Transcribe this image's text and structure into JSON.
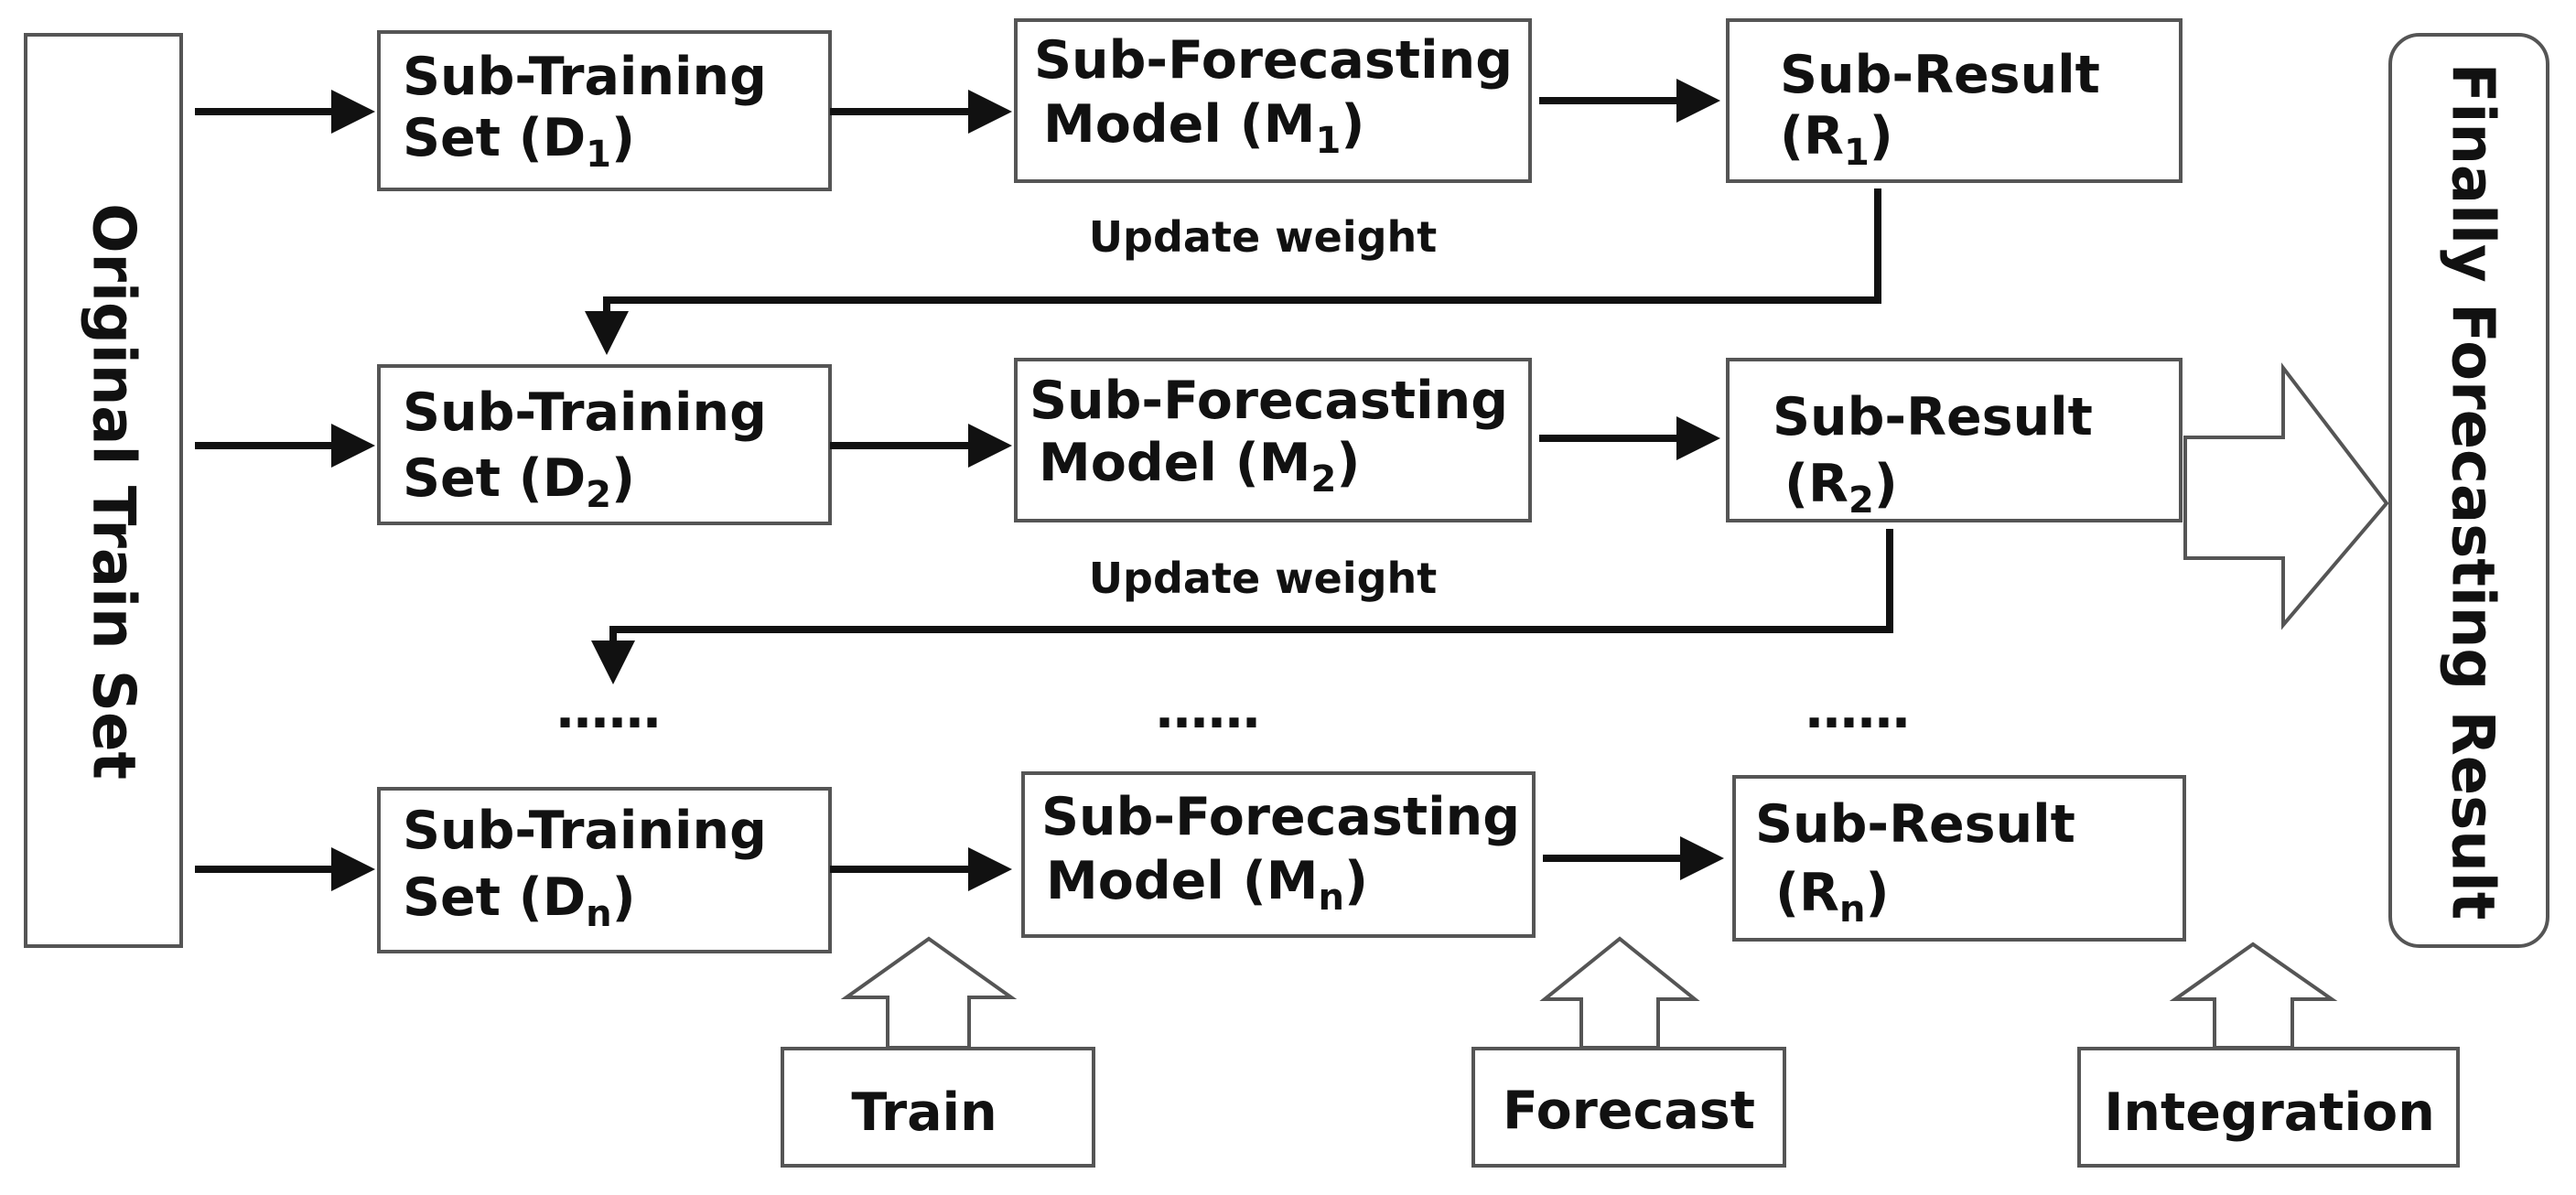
{
  "original_train_set": "Original Train Set",
  "final_result": "Finally Forecasting Result",
  "rows": [
    {
      "training": {
        "line1": "Sub-Training",
        "line2_prefix": "Set (D",
        "subscript": "1",
        "suffix": ")"
      },
      "model": {
        "line1": "Sub-Forecasting",
        "line2_prefix": "Model (M",
        "subscript": "1",
        "suffix": ")"
      },
      "result": {
        "line1": "Sub-Result",
        "line2_prefix": "(R",
        "subscript": "1",
        "suffix": ")"
      }
    },
    {
      "training": {
        "line1": "Sub-Training",
        "line2_prefix": "Set (D",
        "subscript": "2",
        "suffix": ")"
      },
      "model": {
        "line1": "Sub-Forecasting",
        "line2_prefix": "Model (M",
        "subscript": "2",
        "suffix": ")"
      },
      "result": {
        "line1": "Sub-Result",
        "line2_prefix": "(R",
        "subscript": "2",
        "suffix": ")"
      }
    },
    {
      "training": {
        "line1": "Sub-Training",
        "line2_prefix": "Set (D",
        "subscript": "n",
        "suffix": ")"
      },
      "model": {
        "line1": "Sub-Forecasting",
        "line2_prefix": "Model (M",
        "subscript": "n",
        "suffix": ")"
      },
      "result": {
        "line1": "Sub-Result",
        "line2_prefix": "(R",
        "subscript": "n",
        "suffix": ")"
      }
    }
  ],
  "update_weight": [
    "Update weight",
    "Update weight"
  ],
  "ellipsis": [
    "……",
    "……",
    "……"
  ],
  "stages": {
    "train": "Train",
    "forecast": "Forecast",
    "integration": "Integration"
  }
}
